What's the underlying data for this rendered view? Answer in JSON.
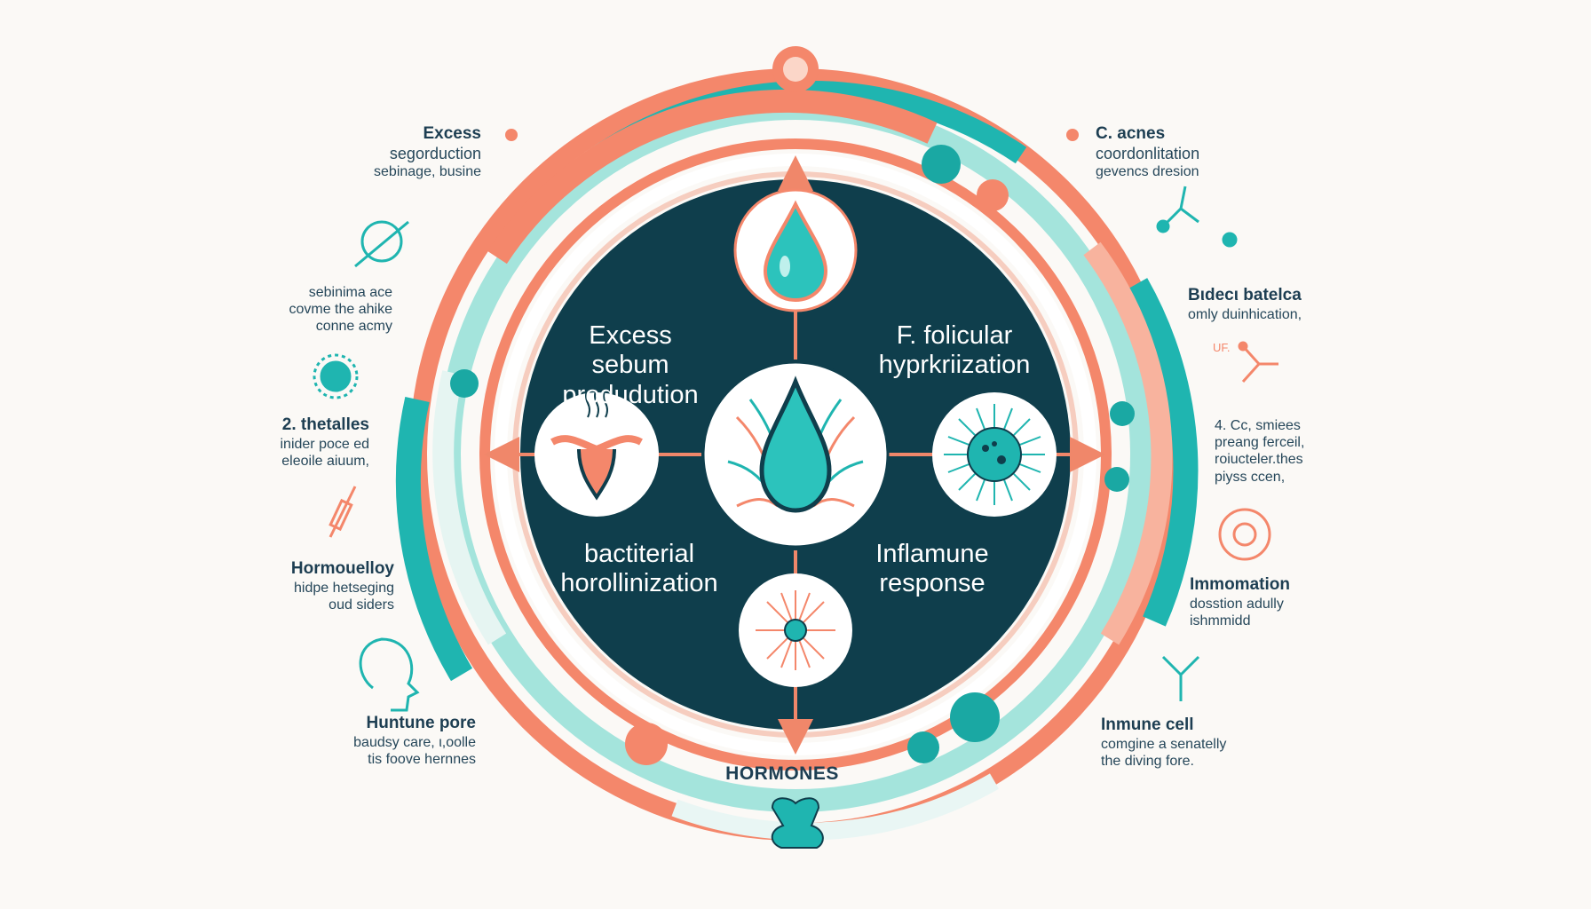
{
  "center": {
    "top_left": [
      "Excess sebum",
      "produdution"
    ],
    "top_right": [
      "F. folicular",
      "hyprkriization"
    ],
    "bottom_left": [
      "bactiterial",
      "horollinization"
    ],
    "bottom_right": [
      "Inflamune",
      "response"
    ],
    "bottom_caption": "HORMONES"
  },
  "left_blocks": [
    {
      "title": "Excess",
      "lines": [
        "segorduction",
        "sebinage, busine"
      ]
    },
    {
      "title": "",
      "lines": [
        "sebinima ace",
        "covme the ahike",
        "conne acmy"
      ]
    },
    {
      "title": "2. thetalles",
      "lines": [
        "inider poce ed",
        "eleoile aiuum,"
      ]
    },
    {
      "title": "Hormouelloy",
      "lines": [
        "hidpe hetseging",
        "oud siders"
      ]
    },
    {
      "title": "Huntune pore",
      "lines": [
        "baudsy care, ι,oolle",
        "tis foove hernnes"
      ]
    }
  ],
  "right_blocks": [
    {
      "title": "C. acnes",
      "lines": [
        "coordonlitation",
        "gevencs dresion"
      ]
    },
    {
      "title": "Bιdecι batelca",
      "lines": [
        "omly duinhication,"
      ]
    },
    {
      "title": "",
      "lines": [
        "4. Cc, smiees",
        "preang ferceil,",
        "roiucteler.thes",
        "piyss ccen,"
      ]
    },
    {
      "title": "Immomation",
      "lines": [
        "dosstion adully",
        "ishmmidd"
      ]
    },
    {
      "title": "Inmune cell",
      "lines": [
        "comgine a senatelly",
        "the diving fore."
      ]
    }
  ],
  "icon_labels": {
    "molecule_label": "UF."
  },
  "colors": {
    "teal": "#1fb5b0",
    "coral": "#f4876b",
    "dark_navy": "#0f3e4c",
    "background": "#fbf9f6"
  },
  "icons": [
    "water-drop-icon",
    "uterus-icon",
    "virus-icon",
    "hair-follicle-icon",
    "bacteria-cell-icon",
    "molecule-icon",
    "syringe-icon",
    "head-profile-icon",
    "sebaceous-gland-icon"
  ]
}
